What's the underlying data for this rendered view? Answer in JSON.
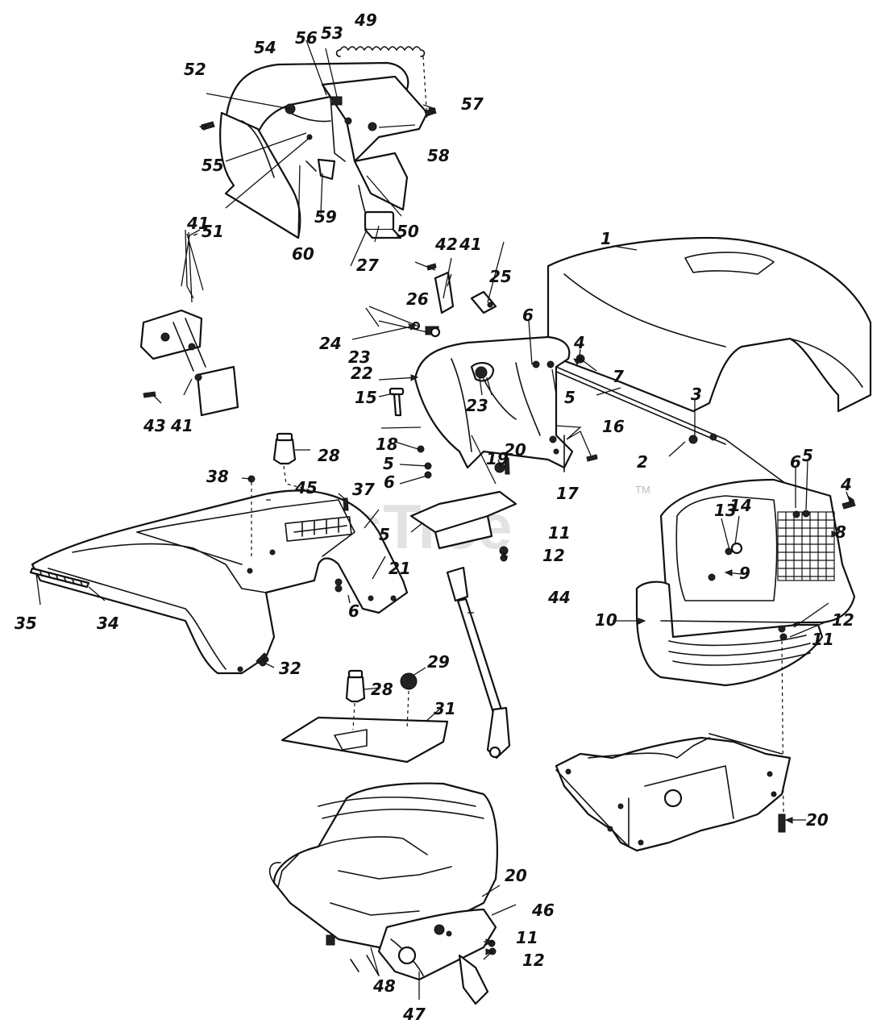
{
  "watermark": {
    "text": "PartsTree",
    "tm": "TM"
  },
  "labels": {
    "l1": "1",
    "l2": "2",
    "l3": "3",
    "l4a": "4",
    "l4b": "4",
    "l5a": "5",
    "l5b": "5",
    "l5c": "5",
    "l5d": "5",
    "l6a": "6",
    "l6b": "6",
    "l6c": "6",
    "l6d": "6",
    "l7": "7",
    "l8": "8",
    "l9": "9",
    "l10": "10",
    "l11a": "11",
    "l11b": "11",
    "l11c": "11",
    "l12a": "12",
    "l12b": "12",
    "l12c": "12",
    "l13": "13",
    "l14": "14",
    "l15": "15",
    "l16": "16",
    "l17": "17",
    "l18": "18",
    "l19": "19",
    "l20a": "20",
    "l20b": "20",
    "l20c": "20",
    "l21": "21",
    "l22": "22",
    "l23a": "23",
    "l23b": "23",
    "l24": "24",
    "l25": "25",
    "l26": "26",
    "l27": "27",
    "l28a": "28",
    "l28b": "28",
    "l29": "29",
    "l31": "31",
    "l32": "32",
    "l34": "34",
    "l35": "35",
    "l37": "37",
    "l38": "38",
    "l41a": "41",
    "l41b": "41",
    "l41c": "41",
    "l42": "42",
    "l43": "43",
    "l44": "44",
    "l45": "45",
    "l46": "46",
    "l47": "47",
    "l48": "48",
    "l49": "49",
    "l50": "50",
    "l51": "51",
    "l52": "52",
    "l53": "53",
    "l54": "54",
    "l55": "55",
    "l56": "56",
    "l57": "57",
    "l58": "58",
    "l59": "59",
    "l60": "60"
  }
}
